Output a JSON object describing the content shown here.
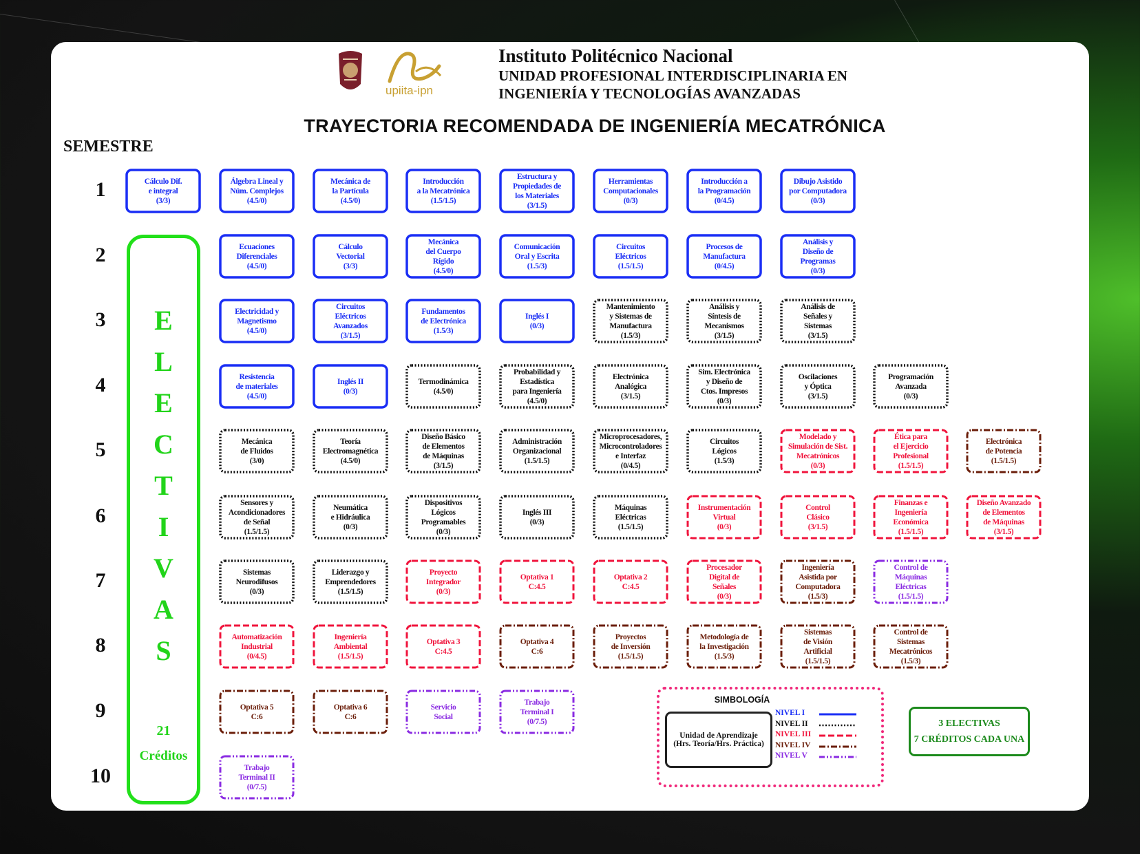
{
  "header": {
    "institution": "Instituto Politécnico Nacional",
    "unit_line1": "UNIDAD PROFESIONAL INTERDISCIPLINARIA EN",
    "unit_line2": "INGENIERÍA Y TECNOLOGÍAS AVANZADAS",
    "logo_text": "upiita-ipn",
    "title": "TRAYECTORIA RECOMENDADA DE INGENIERÍA MECATRÓNICA"
  },
  "semester_label": "SEMESTRE",
  "level_colors": {
    "1": "#1a2ef5",
    "2": "#111111",
    "3": "#f0143c",
    "4": "#6b1e0a",
    "5": "#8a2be2"
  },
  "semesters": [
    {
      "number": "1",
      "courses": [
        {
          "level": 1,
          "name": "Cálculo Dif.\ne integral",
          "hours": "(3/3)"
        },
        {
          "level": 1,
          "name": "Álgebra Lineal y\nNúm. Complejos",
          "hours": "(4.5/0)"
        },
        {
          "level": 1,
          "name": "Mecánica de\nla Partícula",
          "hours": "(4.5/0)"
        },
        {
          "level": 1,
          "name": "Introducción\na la Mecatrónica",
          "hours": "(1.5/1.5)"
        },
        {
          "level": 1,
          "name": "Estructura y\nPropiedades de\nlos Materiales",
          "hours": "(3/1.5)"
        },
        {
          "level": 1,
          "name": "Herramientas\nComputacionales",
          "hours": "(0/3)"
        },
        {
          "level": 1,
          "name": "Introducción a\nla Programación",
          "hours": "(0/4.5)"
        },
        {
          "level": 1,
          "name": "Dibujo Asistido\npor Computadora",
          "hours": "(0/3)"
        }
      ]
    },
    {
      "number": "2",
      "courses": [
        {
          "level": 1,
          "name": "Ecuaciones\nDiferenciales",
          "hours": "(4.5/0)"
        },
        {
          "level": 1,
          "name": "Cálculo\nVectorial",
          "hours": "(3/3)"
        },
        {
          "level": 1,
          "name": "Mecánica\ndel Cuerpo\nRígido",
          "hours": "(4.5/0)"
        },
        {
          "level": 1,
          "name": "Comunicación\nOral y Escrita",
          "hours": "(1.5/3)"
        },
        {
          "level": 1,
          "name": "Circuitos\nEléctricos",
          "hours": "(1.5/1.5)"
        },
        {
          "level": 1,
          "name": "Procesos de\nManufactura",
          "hours": "(0/4.5)"
        },
        {
          "level": 1,
          "name": "Análisis y\nDiseño de\nProgramas",
          "hours": "(0/3)"
        }
      ]
    },
    {
      "number": "3",
      "courses": [
        {
          "level": 1,
          "name": "Electricidad y\nMagnetismo",
          "hours": "(4.5/0)"
        },
        {
          "level": 1,
          "name": "Circuitos\nEléctricos\nAvanzados",
          "hours": "(3/1.5)"
        },
        {
          "level": 1,
          "name": "Fundamentos\nde Electrónica",
          "hours": "(1.5/3)"
        },
        {
          "level": 1,
          "name": "Inglés I",
          "hours": "(0/3)"
        },
        {
          "level": 2,
          "name": "Mantenimiento\ny Sistemas de\nManufactura",
          "hours": "(1.5/3)"
        },
        {
          "level": 2,
          "name": "Análisis y\nSíntesis de\nMecanismos",
          "hours": "(3/1.5)"
        },
        {
          "level": 2,
          "name": "Análisis de\nSeñales y\nSistemas",
          "hours": "(3/1.5)"
        }
      ]
    },
    {
      "number": "4",
      "courses": [
        {
          "level": 1,
          "name": "Resistencia\nde materiales",
          "hours": "(4.5/0)"
        },
        {
          "level": 1,
          "name": "Inglés II",
          "hours": "(0/3)"
        },
        {
          "level": 2,
          "name": "Termodinámica",
          "hours": "(4.5/0)"
        },
        {
          "level": 2,
          "name": "Probabilidad y\nEstadística\npara Ingeniería",
          "hours": "(4.5/0)"
        },
        {
          "level": 2,
          "name": "Electrónica\nAnalógica",
          "hours": "(3/1.5)"
        },
        {
          "level": 2,
          "name": "Sim. Electrónica\ny Diseño de\nCtos. Impresos",
          "hours": "(0/3)"
        },
        {
          "level": 2,
          "name": "Oscilaciones\ny Óptica",
          "hours": "(3/1.5)"
        },
        {
          "level": 2,
          "name": "Programación\nAvanzada",
          "hours": "(0/3)"
        }
      ]
    },
    {
      "number": "5",
      "courses": [
        {
          "level": 2,
          "name": "Mecánica\nde Fluidos",
          "hours": "(3/0)"
        },
        {
          "level": 2,
          "name": "Teoría\nElectromagnética",
          "hours": "(4.5/0)"
        },
        {
          "level": 2,
          "name": "Diseño Básico\nde Elementos\nde Máquinas",
          "hours": "(3/1.5)"
        },
        {
          "level": 2,
          "name": "Administración\nOrganizacional",
          "hours": "(1.5/1.5)"
        },
        {
          "level": 2,
          "name": "Microprocesadores,\nMicrocontroladores\ne Interfaz",
          "hours": "(0/4.5)"
        },
        {
          "level": 2,
          "name": "Circuitos\nLógicos",
          "hours": "(1.5/3)"
        },
        {
          "level": 3,
          "name": "Modelado y\nSimulación de Sist.\nMecatrónicos",
          "hours": "(0/3)"
        },
        {
          "level": 3,
          "name": "Ética para\nel Ejercicio\nProfesional",
          "hours": "(1.5/1.5)"
        },
        {
          "level": 4,
          "name": "Electrónica\nde Potencia",
          "hours": "(1.5/1.5)"
        }
      ]
    },
    {
      "number": "6",
      "courses": [
        {
          "level": 2,
          "name": "Sensores y\nAcondicionadores\nde Señal",
          "hours": "(1.5/1.5)"
        },
        {
          "level": 2,
          "name": "Neumática\ne Hidráulica",
          "hours": "(0/3)"
        },
        {
          "level": 2,
          "name": "Dispositivos\nLógicos\nProgramables",
          "hours": "(0/3)"
        },
        {
          "level": 2,
          "name": "Inglés III",
          "hours": "(0/3)"
        },
        {
          "level": 2,
          "name": "Máquinas\nEléctricas",
          "hours": "(1.5/1.5)"
        },
        {
          "level": 3,
          "name": "Instrumentación\nVirtual",
          "hours": "(0/3)"
        },
        {
          "level": 3,
          "name": "Control\nClásico",
          "hours": "(3/1.5)"
        },
        {
          "level": 3,
          "name": "Finanzas e\nIngeniería\nEconómica",
          "hours": "(1.5/1.5)"
        },
        {
          "level": 3,
          "name": "Diseño Avanzado\nde Elementos\nde Máquinas",
          "hours": "(3/1.5)"
        }
      ]
    },
    {
      "number": "7",
      "courses": [
        {
          "level": 2,
          "name": "Sistemas\nNeurodifusos",
          "hours": "(0/3)"
        },
        {
          "level": 2,
          "name": "Liderazgo y\nEmprendedores",
          "hours": "(1.5/1.5)"
        },
        {
          "level": 3,
          "name": "Proyecto\nIntegrador",
          "hours": "(0/3)"
        },
        {
          "level": 3,
          "name": "Optativa 1",
          "hours": "C:4.5"
        },
        {
          "level": 3,
          "name": "Optativa 2",
          "hours": "C:4.5"
        },
        {
          "level": 3,
          "name": "Procesador\nDigital de\nSeñales",
          "hours": "(0/3)"
        },
        {
          "level": 4,
          "name": "Ingeniería\nAsistida por\nComputadora",
          "hours": "(1.5/3)"
        },
        {
          "level": 5,
          "name": "Control de\nMáquinas\nEléctricas",
          "hours": "(1.5/1.5)"
        }
      ]
    },
    {
      "number": "8",
      "courses": [
        {
          "level": 3,
          "name": "Automatización\nIndustrial",
          "hours": "(0/4.5)"
        },
        {
          "level": 3,
          "name": "Ingeniería\nAmbiental",
          "hours": "(1.5/1.5)"
        },
        {
          "level": 3,
          "name": "Optativa 3",
          "hours": "C:4.5"
        },
        {
          "level": 4,
          "name": "Optativa 4",
          "hours": "C:6"
        },
        {
          "level": 4,
          "name": "Proyectos\nde Inversión",
          "hours": "(1.5/1.5)"
        },
        {
          "level": 4,
          "name": "Metodología de\nla Investigación",
          "hours": "(1.5/3)"
        },
        {
          "level": 4,
          "name": "Sistemas\nde Visión\nArtificial",
          "hours": "(1.5/1.5)"
        },
        {
          "level": 4,
          "name": "Control de\nSistemas\nMecatrónicos",
          "hours": "(1.5/3)"
        }
      ]
    },
    {
      "number": "9",
      "courses": [
        {
          "level": 4,
          "name": "Optativa 5",
          "hours": "C:6"
        },
        {
          "level": 4,
          "name": "Optativa 6",
          "hours": "C:6"
        },
        {
          "level": 5,
          "name": "Servicio\nSocial",
          "hours": ""
        },
        {
          "level": 5,
          "name": "Trabajo\nTerminal I",
          "hours": "(0/7.5)"
        }
      ]
    },
    {
      "number": "10",
      "courses": [
        {
          "level": 5,
          "name": "Trabajo\nTerminal II",
          "hours": "(0/7.5)"
        }
      ]
    }
  ],
  "electivas": {
    "letters": [
      "E",
      "L",
      "E",
      "C",
      "T",
      "I",
      "V",
      "A",
      "S"
    ],
    "credits": "21",
    "credits_label": "Créditos"
  },
  "legend": {
    "title": "SIMBOLOGÍA",
    "unit_line1": "Unidad de Aprendizaje",
    "unit_line2": "(Hrs. Teoría/Hrs. Práctica)",
    "levels": [
      {
        "label": "NIVEL I",
        "color": "#1a2ef5"
      },
      {
        "label": "NIVEL II",
        "color": "#111111"
      },
      {
        "label": "NIVEL III",
        "color": "#f0143c"
      },
      {
        "label": "NIVEL IV",
        "color": "#6b1e0a"
      },
      {
        "label": "NIVEL V",
        "color": "#8a2be2"
      }
    ]
  },
  "note": {
    "line1": "3  ELECTIVAS",
    "line2": "7 CRÉDITOS CADA UNA"
  }
}
